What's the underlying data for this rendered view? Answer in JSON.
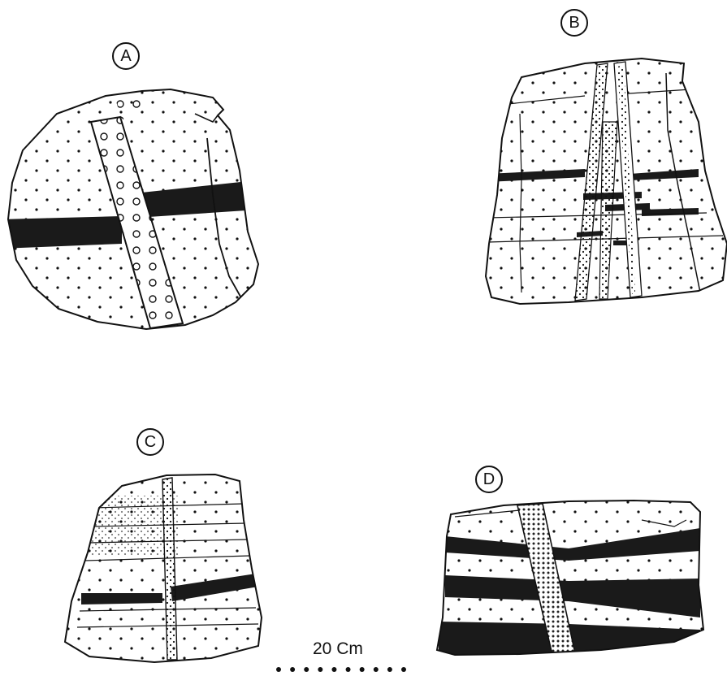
{
  "labels": {
    "a": "A",
    "b": "B",
    "c": "C",
    "d": "D"
  },
  "scale": {
    "text": "20 Cm",
    "dots": 10
  },
  "colors": {
    "ink": "#111111",
    "paper": "#ffffff",
    "band": "#1a1a1a"
  }
}
